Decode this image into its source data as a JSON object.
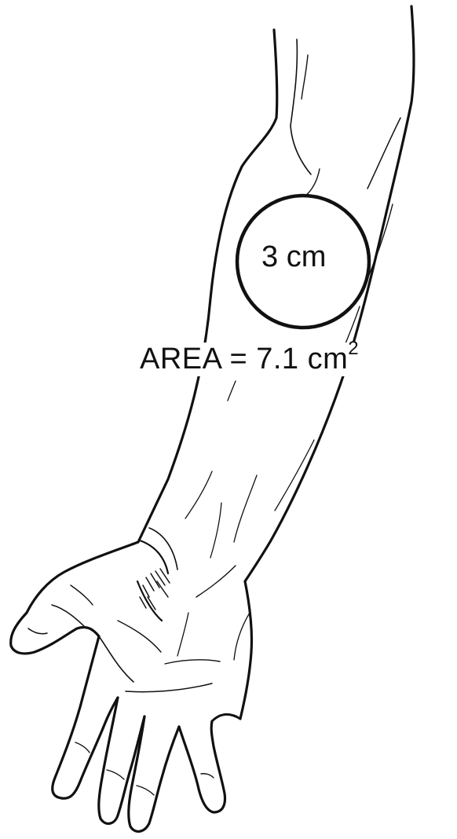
{
  "figure": {
    "circle_label": "3 cm",
    "area_prefix": "AREA = 7.1 cm",
    "area_exponent": "2",
    "colors": {
      "ink": "#111111",
      "background": "#ffffff"
    },
    "illustration": "forearm-and-hand-line-drawing"
  }
}
